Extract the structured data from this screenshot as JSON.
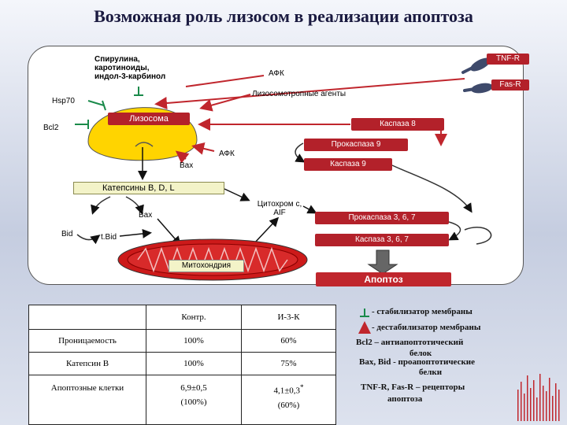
{
  "title": "Возможная роль лизосом в реализации апоптоза",
  "diagram": {
    "spirulina": [
      "Спирулина,",
      "каротиноиды,",
      "индол-3-карбинол"
    ],
    "afk_top": "АФК",
    "lysosomotropic": "Лизосомотропные агенты",
    "tnf_r": "TNF-R",
    "fas_r": "Fas-R",
    "hsp70": "Hsp70",
    "bcl2": "Bcl2",
    "lysosome": "Лизосома",
    "caspase8": "Каспаза 8",
    "procaspase9": "Прокаспаза 9",
    "caspase9": "Каспаза 9",
    "afk_mid": "АФК",
    "bax_top": "Bax",
    "cathepsins": "Катепсины B, D, L",
    "cytochrome": [
      "Цитохром с,",
      "AIF"
    ],
    "bax_mid": "Bax",
    "bid": "Bid",
    "tbid": "t.Bid",
    "procaspase367": "Прокаспаза 3, 6, 7",
    "caspase367": "Каспаза 3, 6, 7",
    "mitochondria": "Митохондрия",
    "apoptosis": "Апоптоз"
  },
  "table": {
    "headers": [
      "",
      "Контр.",
      "И-3-К"
    ],
    "rows": [
      {
        "label": "Проницаемость",
        "control": "100%",
        "i3k": "60%"
      },
      {
        "label": "Катепсин В",
        "control": "100%",
        "i3k": "75%"
      },
      {
        "label": "Апоптозные клетки",
        "control": "6,9±0,5",
        "control2": "(100%)",
        "i3k": "4,1±0,3",
        "i3k_sup": "*",
        "i3k2": "(60%)"
      }
    ]
  },
  "legend": {
    "stabilizer": "- стабилизатор мембраны",
    "destabilizer": "- дестабилизатор мембраны",
    "bcl2_line1": "Bcl2 – антиапоптотический",
    "bcl2_line2": "белок",
    "bax_line1": "Bax, Bid - проапоптотические",
    "bax_line2": "белки",
    "tnf_line1": "TNF-R, Fas-R – рецепторы",
    "tnf_line2": "апоптоза"
  },
  "colors": {
    "red": "#c0262d",
    "lysosome_fill": "#ffd400",
    "mito_fill": "#cc1a1a",
    "receptor": "#3e4a6b",
    "green": "#1a8a4a"
  }
}
